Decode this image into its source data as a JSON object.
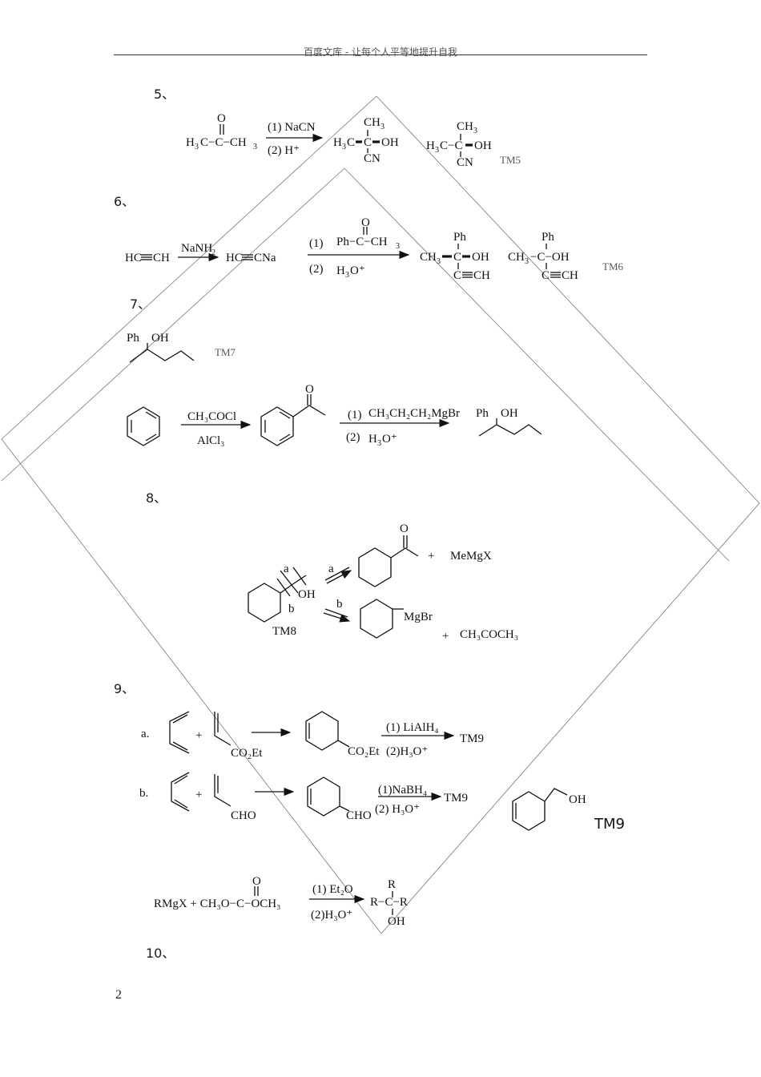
{
  "header": {
    "text": "百度文库 - 让每个人平等地提升自我"
  },
  "page_number": "2",
  "problems": {
    "p5": {
      "label": "5、"
    },
    "p6": {
      "label": "6、"
    },
    "p7": {
      "label": "7、"
    },
    "p8": {
      "label": "8、"
    },
    "p9": {
      "label": "9、"
    },
    "p10": {
      "label": "10、"
    }
  },
  "labels": {
    "tm5": "TM5",
    "tm6": "TM6",
    "tm7": "TM7",
    "tm8": "TM8",
    "tm9": "TM9",
    "tm9_big": "TM9",
    "nacn": "(1) NaCN",
    "h_plus": "(2)  H⁺",
    "nanh": "NaNH",
    "step1": "(1)",
    "step2": "(2)",
    "h3o": "H₃O⁺",
    "ch3cocl": "CH₃COCl",
    "alcl3": "AlCl₃",
    "grignard": "CH₃CH₂CH₂MgBr",
    "memgx": "MeMgX",
    "mgbr": "MgBr",
    "acetone": "CH₃COCH₃",
    "a": "a",
    "b": "b",
    "a_dot": "a.",
    "b_dot": "b.",
    "co2et": "CO₂Et",
    "cho": "CHO",
    "oh": "OH",
    "lialh4": "(1) LiAlH₄",
    "h3o_2": "(2)H₃O⁺",
    "nabh4": "(1)NaBH₄",
    "h3o_3": "(2) H₃O⁺",
    "rmgx": "RMgX  +  CH₃O−C−OCH₃",
    "et2o": "(1) Et₂O",
    "h3o_4": "(2)H₃O⁺"
  }
}
